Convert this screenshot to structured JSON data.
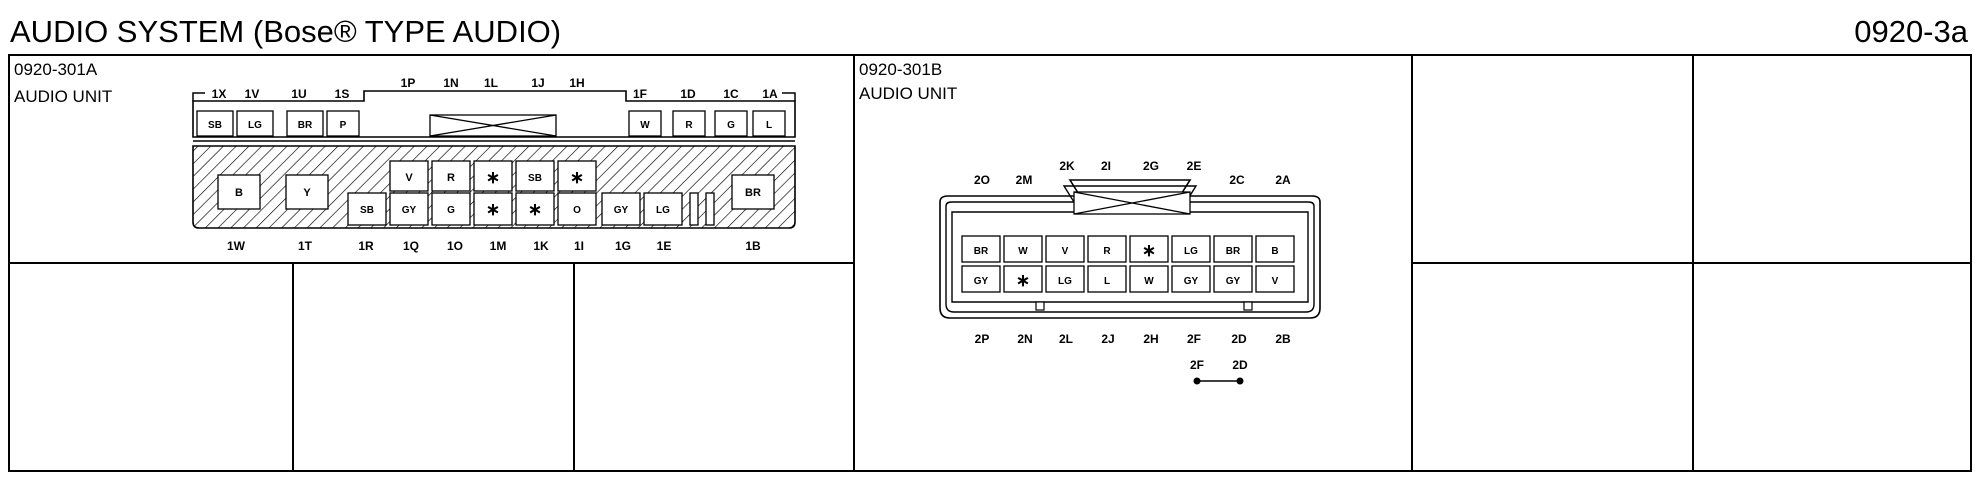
{
  "header": {
    "title": "AUDIO SYSTEM (Bose® TYPE AUDIO)",
    "code": "0920-3a"
  },
  "conn_a": {
    "code": "0920-301A",
    "name": "AUDIO UNIT",
    "top_labels": [
      "1X",
      "1V",
      "1U",
      "1S",
      "1P",
      "1N",
      "1L",
      "1J",
      "1H",
      "1F",
      "1D",
      "1C",
      "1A"
    ],
    "row1_left": [
      "SB",
      "LG",
      "BR",
      "P"
    ],
    "row1_right": [
      "W",
      "R",
      "G",
      "L"
    ],
    "row2_mid": [
      "V",
      "R",
      "∗",
      "SB",
      "∗"
    ],
    "big_left": [
      "B",
      "Y"
    ],
    "big_right": "BR",
    "row3": [
      "SB",
      "GY",
      "G",
      "∗",
      "∗",
      "O",
      "GY",
      "LG"
    ],
    "bottom_labels": [
      "1W",
      "1T",
      "1R",
      "1Q",
      "1O",
      "1M",
      "1K",
      "1I",
      "1G",
      "1E",
      "1B"
    ]
  },
  "conn_b": {
    "code": "0920-301B",
    "name": "AUDIO UNIT",
    "top_labels": [
      "2O",
      "2M",
      "2K",
      "2I",
      "2G",
      "2E",
      "2C",
      "2A"
    ],
    "row1": [
      "BR",
      "W",
      "V",
      "R",
      "∗",
      "LG",
      "BR",
      "B"
    ],
    "row2": [
      "GY",
      "∗",
      "LG",
      "L",
      "W",
      "GY",
      "GY",
      "V"
    ],
    "bottom_labels": [
      "2P",
      "2N",
      "2L",
      "2J",
      "2H",
      "2F",
      "2D",
      "2B"
    ],
    "joint_labels": [
      "2F",
      "2D"
    ]
  }
}
